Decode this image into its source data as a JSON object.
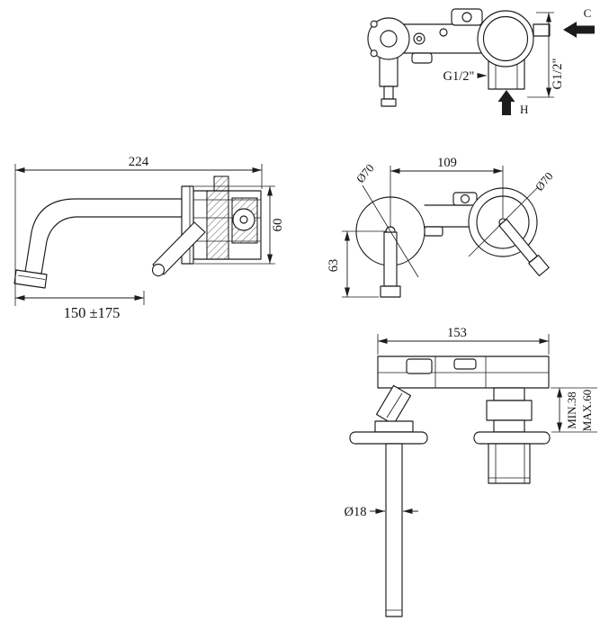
{
  "sheet": {
    "background": "#ffffff",
    "line_color": "#1c1c1c"
  },
  "views": {
    "top": {
      "cold_label": "C",
      "hot_label": "H",
      "inlet_thread_bottom": "G1/2\"",
      "inlet_thread_side": "G1/2\""
    },
    "side": {
      "overall_depth": "224",
      "body_height": "60",
      "spout_reach": "150 ±175"
    },
    "front": {
      "center_distance": "109",
      "rosette_diameter_left": "Ø70",
      "rosette_diameter_right": "Ø70",
      "spout_drop": "63"
    },
    "installation": {
      "body_length": "153",
      "wall_depth_min": "MIN.38",
      "wall_depth_max": "MAX.60",
      "tube_diameter": "Ø18"
    }
  }
}
